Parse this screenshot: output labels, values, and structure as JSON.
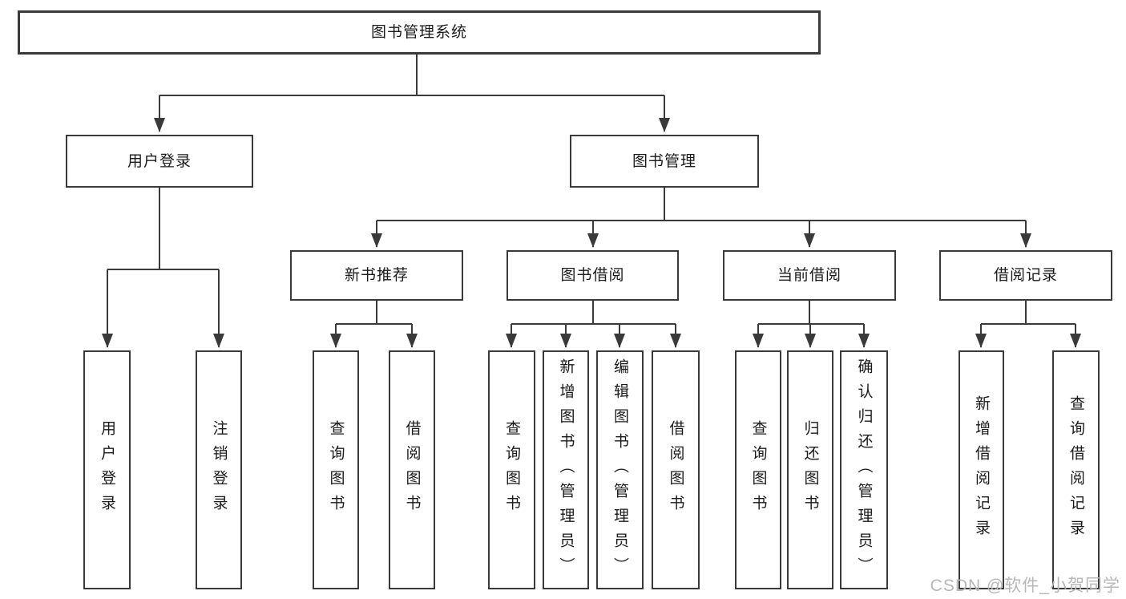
{
  "colors": {
    "bg": "#ffffff",
    "line": "#3a3a3a",
    "box-border": "#3a3a3a",
    "text": "#1a1a1a",
    "watermark": "#b7b7b7"
  },
  "tree": {
    "root": {
      "label": "图书管理系统"
    },
    "branches": [
      {
        "label": "用户登录",
        "children": [
          {
            "label": "用户登录"
          },
          {
            "label": "注销登录"
          }
        ]
      },
      {
        "label": "图书管理",
        "children": [
          {
            "label": "新书推荐",
            "children": [
              {
                "label": "查询图书"
              },
              {
                "label": "借阅图书"
              }
            ]
          },
          {
            "label": "图书借阅",
            "children": [
              {
                "label": "查询图书"
              },
              {
                "label": "新增图书（管理员）"
              },
              {
                "label": "编辑图书（管理员）"
              },
              {
                "label": "借阅图书"
              }
            ]
          },
          {
            "label": "当前借阅",
            "children": [
              {
                "label": "查询图书"
              },
              {
                "label": "归还图书"
              },
              {
                "label": "确认归还（管理员）"
              }
            ]
          },
          {
            "label": "借阅记录",
            "children": [
              {
                "label": "新增借阅记录"
              },
              {
                "label": "查询借阅记录"
              }
            ]
          }
        ]
      }
    ]
  },
  "watermark": {
    "text": "CSDN @软件_小贺同学"
  }
}
